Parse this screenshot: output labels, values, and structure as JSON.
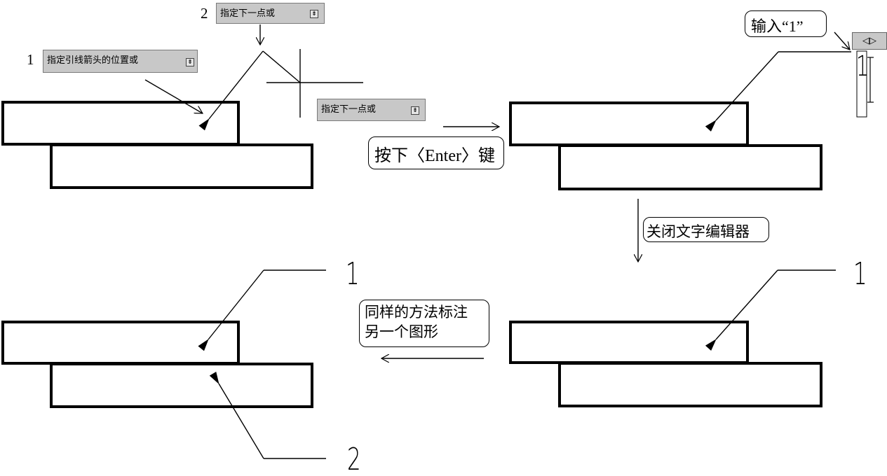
{
  "step_numbers": {
    "first": "1",
    "second": "2"
  },
  "tooltips": {
    "arrow_position": "指定引线箭头的位置或",
    "next_point_top": "指定下一点或",
    "next_point_right": "指定下一点或",
    "dropdown_icon": "dropdown-arrow-icon"
  },
  "callouts": {
    "press_enter": "按下〈Enter〉键",
    "input_one": "输入“1”",
    "close_editor": "关闭文字编辑器",
    "same_method_line1": "同样的方法标注",
    "same_method_line2": "另一个图形"
  },
  "editor_controls": {
    "arrows": "◁▷",
    "cursor_text": "1"
  },
  "labels": {
    "top_right": "1",
    "bottom_right": "1",
    "bottom_left_upper": "1",
    "bottom_left_lower": "2"
  }
}
